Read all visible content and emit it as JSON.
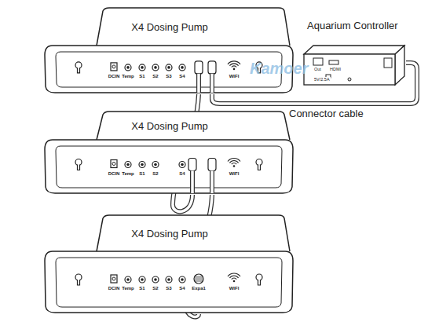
{
  "diagram": {
    "nodes": [
      {
        "text": [
          "X4 Dosing Pump",
          "DCIN",
          "Temp",
          "S1",
          "S2",
          "S3",
          "S4",
          "WIFI"
        ]
      },
      {
        "text": [
          "X4 Dosing Pump",
          "DCIN",
          "Temp",
          "S1",
          "S2",
          "S4",
          "WIFI"
        ]
      },
      {
        "text": [
          "X4 Dosing Pump",
          "DCIN",
          "Temp",
          "S1",
          "S2",
          "S3",
          "S4",
          "Expa1",
          "WIFI"
        ]
      },
      {
        "text": [
          "Aquarium Controller",
          "Out",
          "HDMI",
          "5V/2.5A"
        ]
      }
    ],
    "edges": [
      {
        "from": 3,
        "to": 0,
        "arrow": "none",
        "label": "Connector cable"
      },
      {
        "from": 0,
        "to": 1,
        "arrow": "none"
      },
      {
        "from": 1,
        "to": 2,
        "arrow": "none"
      }
    ],
    "labels": [
      "Kamoer"
    ]
  }
}
